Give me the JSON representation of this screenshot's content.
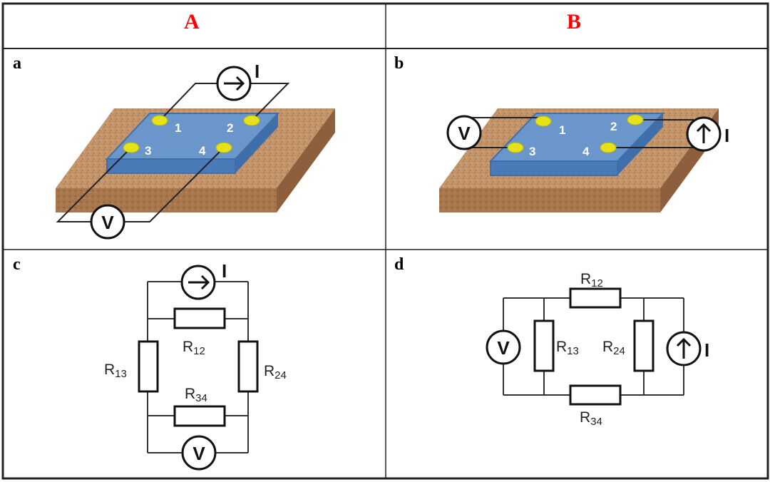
{
  "columns": [
    {
      "id": "A",
      "label": "A",
      "color": "#ff0000"
    },
    {
      "id": "B",
      "label": "B",
      "color": "#ff0000"
    }
  ],
  "panels": {
    "a": {
      "label": "a",
      "kind": "3d-sample",
      "contacts": [
        "1",
        "2",
        "3",
        "4"
      ],
      "current_source": {
        "symbol": "I",
        "direction": "right",
        "connects": [
          "1",
          "2"
        ]
      },
      "voltmeter": {
        "symbol": "V",
        "connects": [
          "3",
          "4"
        ]
      }
    },
    "b": {
      "label": "b",
      "kind": "3d-sample",
      "contacts": [
        "1",
        "2",
        "3",
        "4"
      ],
      "voltmeter": {
        "symbol": "V",
        "connects": [
          "1",
          "3"
        ]
      },
      "current_source": {
        "symbol": "I",
        "direction": "up",
        "connects": [
          "2",
          "4"
        ]
      }
    },
    "c": {
      "label": "c",
      "kind": "circuit",
      "source_symbol": "I",
      "meter_symbol": "V",
      "resistors": {
        "r12": {
          "main": "R",
          "sub": "12"
        },
        "r13": {
          "main": "R",
          "sub": "13"
        },
        "r24": {
          "main": "R",
          "sub": "24"
        },
        "r34": {
          "main": "R",
          "sub": "34"
        }
      }
    },
    "d": {
      "label": "d",
      "kind": "circuit",
      "source_symbol": "I",
      "meter_symbol": "V",
      "resistors": {
        "r12": {
          "main": "R",
          "sub": "12"
        },
        "r13": {
          "main": "R",
          "sub": "13"
        },
        "r24": {
          "main": "R",
          "sub": "24"
        },
        "r34": {
          "main": "R",
          "sub": "34"
        }
      }
    }
  },
  "colors": {
    "substrate": "#c4946a",
    "substrate_side": "#a8764c",
    "film_top": "#6b96cc",
    "film_side": "#3f6fab",
    "contact": "#e6e21a",
    "label_on_film": "#ffffff"
  }
}
